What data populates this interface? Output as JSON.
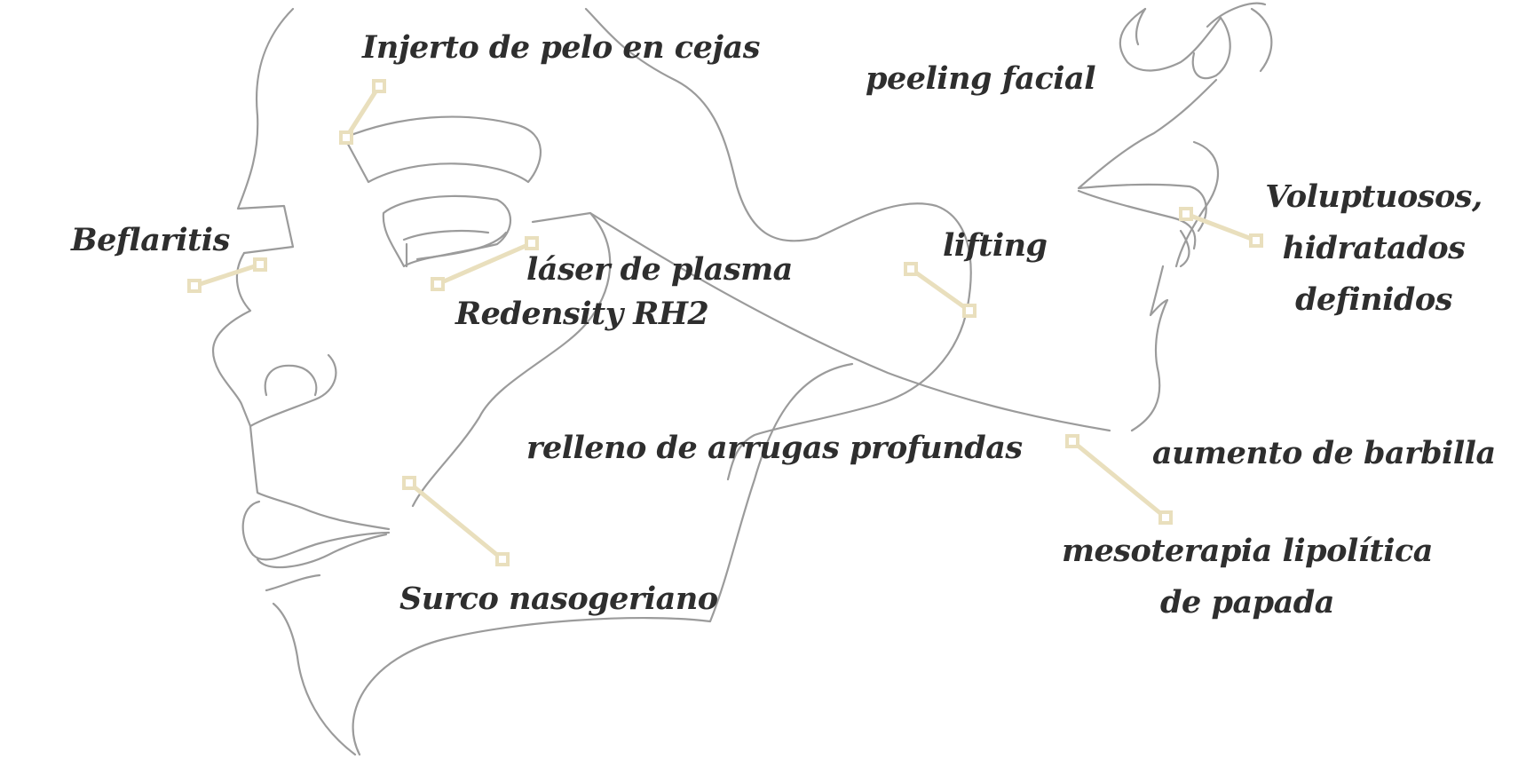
{
  "colors": {
    "label_text": "#2e2e2e",
    "face_line": "#9b9b9b",
    "marker_accent": "#e9dfbd"
  },
  "labels": {
    "injerto_cejas": "Injerto de pelo en cejas",
    "peeling_facial": "peeling facial",
    "beflaritis": "Beflaritis",
    "laser_plasma": "láser de plasma",
    "redensity": "Redensity RH2",
    "lifting": "lifting",
    "labios_1": "Voluptuosos,",
    "labios_2": "hidratados",
    "labios_3": "definidos",
    "relleno_arrugas": "relleno de arrugas profundas",
    "aumento_barbilla": "aumento de barbilla",
    "surco": "Surco nasogeriano",
    "mesoterapia_1": "mesoterapia lipolítica",
    "mesoterapia_2": "de papada"
  }
}
